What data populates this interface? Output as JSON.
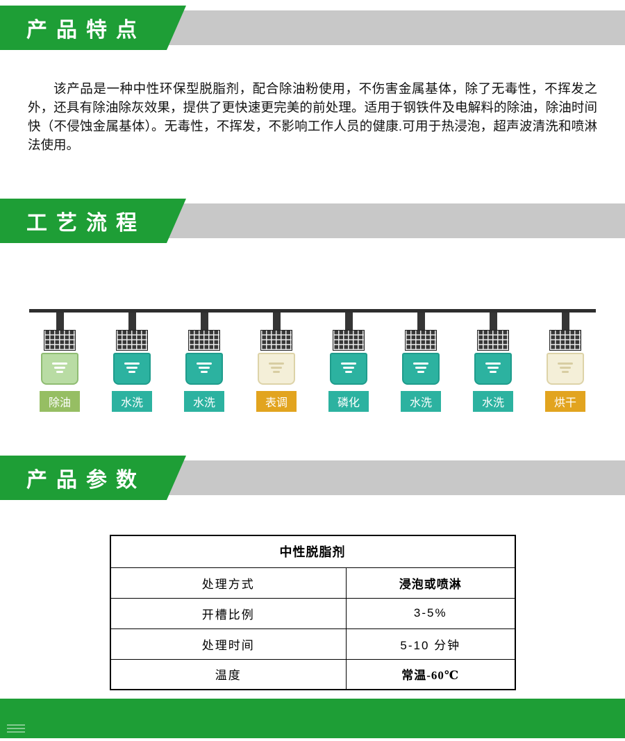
{
  "colors": {
    "accent_green": "#1e9e36",
    "band_gray": "#c8c8c8",
    "teal": "#2cb2a0",
    "gold": "#e2a41f",
    "degrease_tank": "#b9dca4",
    "degrease_label": "#96be63",
    "cream_tank": "#f4efd8",
    "rail_dark": "#2e2e2e"
  },
  "features": {
    "title": "产品特点",
    "paragraph": "该产品是一种中性环保型脱脂剂，配合除油粉使用，不伤害金属基体，除了无毒性，不挥发之外，还具有除油除灰效果，提供了更快速更完美的前处理。适用于钢铁件及电解料的除油，除油时间快（不侵蚀金属基体）。无毒性，不挥发，不影响工作人员的健康.可用于热浸泡，超声波清洗和喷淋法使用。"
  },
  "process": {
    "title": "工艺流程",
    "stations": [
      {
        "label": "除油",
        "type": "degrease"
      },
      {
        "label": "水洗",
        "type": "wash"
      },
      {
        "label": "水洗",
        "type": "wash"
      },
      {
        "label": "表调",
        "type": "surface"
      },
      {
        "label": "磷化",
        "type": "wash"
      },
      {
        "label": "水洗",
        "type": "wash"
      },
      {
        "label": "水洗",
        "type": "wash"
      },
      {
        "label": "烘干",
        "type": "dry"
      }
    ]
  },
  "params": {
    "title": "产品参数",
    "table": {
      "header": "中性脱脂剂",
      "rows": [
        {
          "name": "处理方式",
          "value": "浸泡或喷淋"
        },
        {
          "name": "开槽比例",
          "value": "3-5%"
        },
        {
          "name": "处理时间",
          "value": "5-10 分钟"
        },
        {
          "name": "温度",
          "value": "常温-60℃"
        }
      ]
    }
  }
}
